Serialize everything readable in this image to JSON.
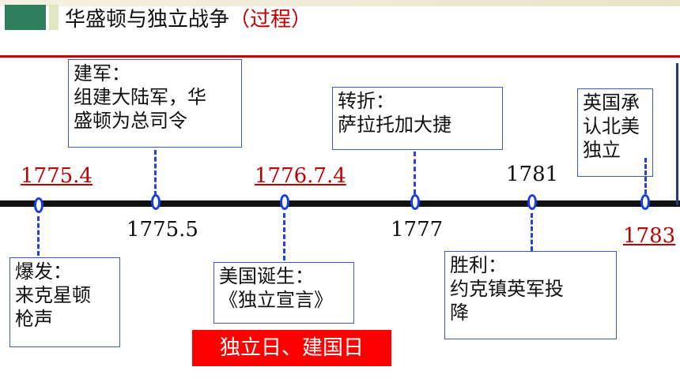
{
  "title": {
    "main": "华盛顿与独立战争",
    "sub": "（过程）"
  },
  "events": {
    "e1": {
      "date": "1775.4",
      "lines": [
        "爆发：",
        "来克星顿",
        "枪声"
      ]
    },
    "e2": {
      "date": "1775.5",
      "lines": [
        "建军：",
        "组建大陆军，华",
        "盛顿为总司令"
      ]
    },
    "e3": {
      "date": "1776.7.4",
      "lines": [
        "美国诞生：",
        "《独立宣言》"
      ]
    },
    "e4": {
      "date": "1777",
      "lines": [
        "转折：",
        "萨拉托加大捷"
      ]
    },
    "e5": {
      "date": "1781",
      "lines": [
        "胜利：",
        "约克镇英军投",
        "降"
      ]
    },
    "e6": {
      "date": "1783",
      "lines": [
        "英国承",
        "认北美",
        "独立"
      ]
    }
  },
  "highlight": "独立日、建国日",
  "colors": {
    "accent_red": "#c00000",
    "axis": "#111111",
    "marker": "#1a3fe0",
    "highlight_bg": "#ff0000",
    "title_block": "#2e7d5b"
  }
}
